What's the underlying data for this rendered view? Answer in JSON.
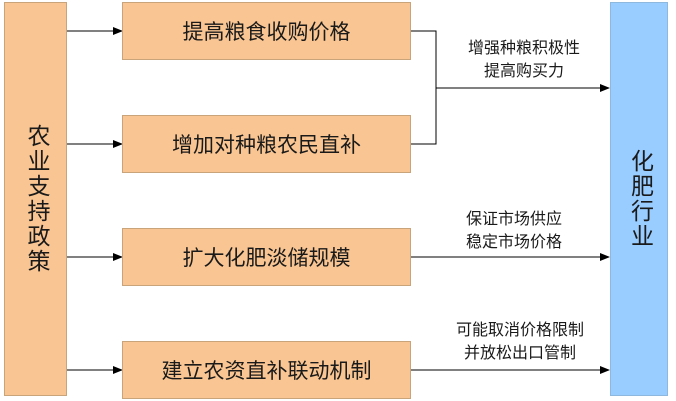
{
  "left_column": {
    "label": "农业支持政策"
  },
  "right_column": {
    "label": "化肥行业"
  },
  "policies": [
    {
      "label": "提高粮食收购价格"
    },
    {
      "label": "增加对种粮农民直补"
    },
    {
      "label": "扩大化肥淡储规模"
    },
    {
      "label": "建立农资直补联动机制"
    }
  ],
  "effects": [
    {
      "line1": "增强种粮积极性",
      "line2": "提高购买力"
    },
    {
      "line1": "保证市场供应",
      "line2": "稳定市场价格"
    },
    {
      "line1": "可能取消价格限制",
      "line2": "并放松出口管制"
    }
  ],
  "colors": {
    "policy_fill": "#f9c592",
    "industry_fill": "#99ccff",
    "line": "#000000"
  }
}
